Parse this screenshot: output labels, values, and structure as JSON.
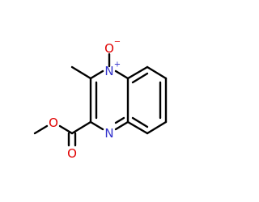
{
  "molecule": {
    "atoms": {
      "n1": {
        "symbol": "N",
        "charge": "+"
      },
      "n4": {
        "symbol": "N",
        "charge": ""
      },
      "o_oxide": {
        "symbol": "O",
        "charge": "−"
      },
      "o_carbonyl": {
        "symbol": "O",
        "charge": ""
      },
      "o_ester": {
        "symbol": "O",
        "charge": ""
      }
    },
    "colors": {
      "nitrogen": "#3333cc",
      "oxygen": "#e00000",
      "bond": "#000000"
    }
  }
}
